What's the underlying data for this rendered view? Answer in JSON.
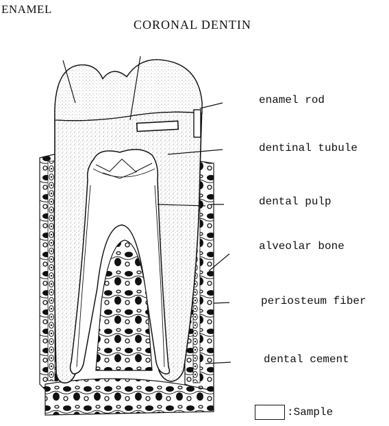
{
  "title_enamel": "ENAMEL",
  "title_coronal": "CORONAL DENTIN",
  "labels": {
    "enamel_rod": "enamel rod",
    "dentinal_tubule": "dentinal tubule",
    "dental_pulp": "dental pulp",
    "alveolar_bone": "alveolar bone",
    "periosteum_fiber": "periosteum  fiber",
    "dental_cement": "dental cement"
  },
  "legend": {
    "text": ":Sample"
  },
  "colors": {
    "ink": "#111111",
    "paper": "#ffffff",
    "stipple": "#8a8a8a"
  }
}
